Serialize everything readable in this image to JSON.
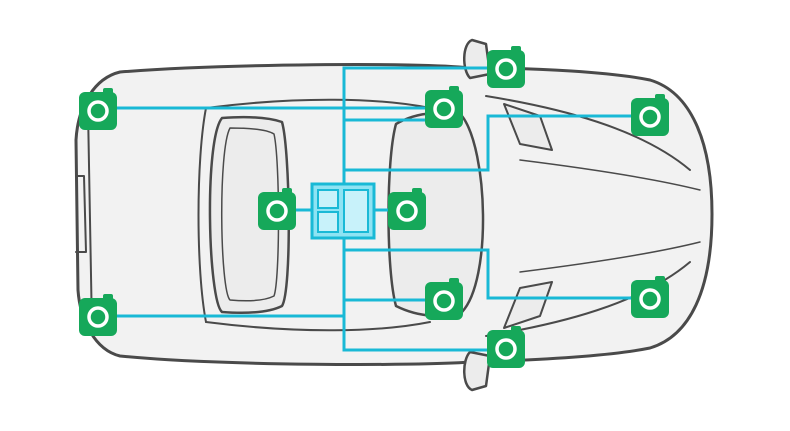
{
  "diagram": {
    "subject": "car-top-view-camera-layout",
    "colors": {
      "car_body": "#f2f2f2",
      "car_outline": "#4a4a4a",
      "wire": "#19b9d6",
      "hub_fill": "#8ee3f3",
      "hub_outline": "#19b9d6",
      "camera_fill": "#16a85a",
      "camera_lens": "#ffffff"
    },
    "icons": {
      "camera": "camera-icon",
      "hub": "central-processing-unit"
    },
    "cameras": [
      "rear-left-camera",
      "rear-right-camera",
      "front-left-camera",
      "front-right-camera",
      "left-mirror-camera",
      "right-mirror-camera",
      "windshield-upper-camera",
      "windshield-lower-camera",
      "cabin-rear-camera",
      "cabin-front-camera"
    ],
    "camera_count": 10,
    "hub_count": 1
  }
}
